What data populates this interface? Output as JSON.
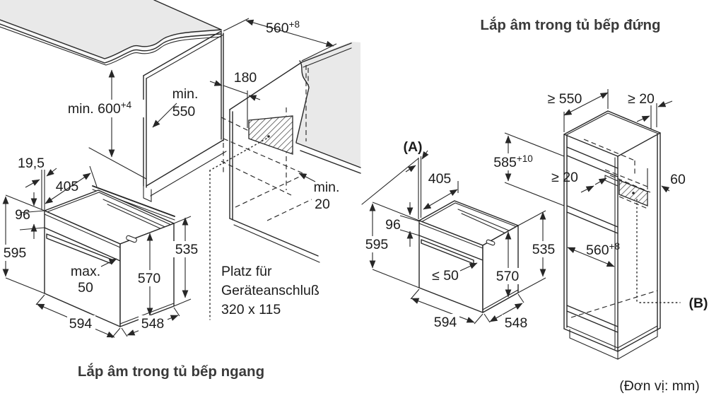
{
  "left": {
    "caption": "Lắp âm trong tủ bếp ngang",
    "note": {
      "l1": "Platz für",
      "l2": "Geräteanschluß",
      "l3": "320 x 115"
    },
    "dims": {
      "cutout_w": {
        "base": "560",
        "sup": "+8"
      },
      "height": {
        "base": "min. 600",
        "sup": "+4"
      },
      "depth_l1": "min.",
      "depth_l2": "550",
      "conn_offset": "180",
      "back_gap_l1": "min.",
      "back_gap_l2": "20",
      "front_gap": "19,5",
      "top_depth": "405",
      "panel_h": "96",
      "oven_h": "595",
      "handle_l1": "max.",
      "handle_l2": "50",
      "body_h": "570",
      "rear_h": "535",
      "width": "594",
      "depth_body": "548"
    }
  },
  "right": {
    "title": "Lắp âm trong tủ bếp đứng",
    "marker_a": "(A)",
    "marker_b": "(B)",
    "dims": {
      "cab_depth": "≥ 550",
      "wall_gap": "≥ 20",
      "niche_h": {
        "base": "585",
        "sup": "+10"
      },
      "shelf_gap": "≥ 20",
      "conn_dist": "60",
      "top_depth": "405",
      "panel_h": "96",
      "oven_h": "595",
      "handle": "≤ 50",
      "body_h": "570",
      "rear_h": "535",
      "niche_w": {
        "base": "560",
        "sup": "+8"
      },
      "width": "594",
      "depth_body": "548"
    }
  },
  "footer": {
    "unit_note": "(Đơn vị: mm)"
  },
  "colors": {
    "line": "#272727",
    "surface_gray": "#e9e9e9",
    "text": "#1c1c1c"
  }
}
